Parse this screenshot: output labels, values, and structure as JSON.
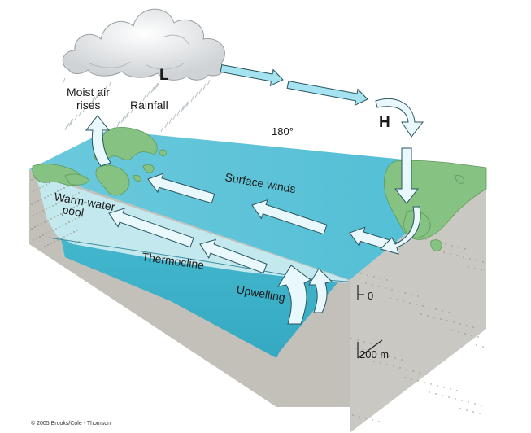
{
  "labels": {
    "low": "L",
    "high": "H",
    "moist_air_line1": "Moist air",
    "moist_air_line2": "rises",
    "rainfall": "Rainfall",
    "meridian": "180°",
    "surface_winds": "Surface winds",
    "warm_pool_line1": "Warm-water",
    "warm_pool_line2": "pool",
    "thermocline": "Thermocline",
    "upwelling": "Upwelling",
    "depth_zero": "0",
    "depth_200": "200 m",
    "copyright": "© 2005 Brooks/Cole - Thomson"
  },
  "colors": {
    "ocean_surface": "#4fc0d6",
    "ocean_deep": "#40b9cf",
    "warm_pool": "#bfe8ee",
    "land": "#7fc07e",
    "crust": "#b7b5ae",
    "arrow_fill": "#e8f8fc",
    "wind_arrow_fill": "#a6e3f0",
    "arrow_stroke": "#2a5560"
  }
}
